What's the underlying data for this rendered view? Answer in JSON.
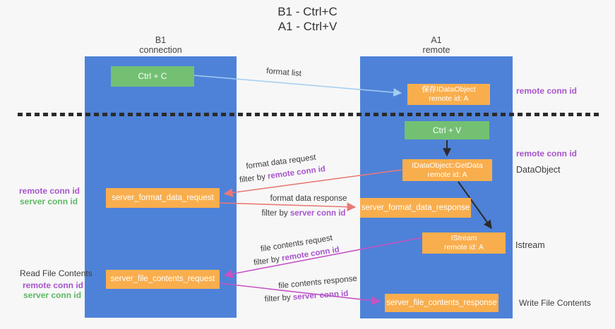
{
  "title": {
    "line1": "B1 - Ctrl+C",
    "line2": "A1 - Ctrl+V"
  },
  "lifelines": {
    "left": {
      "name": "B1",
      "role": "connection"
    },
    "right": {
      "name": "A1",
      "role": "remote"
    }
  },
  "nodes": {
    "ctrl_c": {
      "label": "Ctrl + C"
    },
    "ctrl_v": {
      "label": "Ctrl + V"
    },
    "save_dataobject": {
      "line1": "保存IDataObject",
      "line2": "remote id: A"
    },
    "getdata": {
      "line1": "IDataObject::GetData",
      "line2": "remote id: A"
    },
    "istream": {
      "line1": "IStream",
      "line2": "remote id: A"
    },
    "format_request": {
      "label": "server_format_data_request"
    },
    "format_response": {
      "label": "server_format_data_response"
    },
    "file_request": {
      "label": "server_file_contents_request"
    },
    "file_response": {
      "label": "server_file_contents_response"
    }
  },
  "edges": {
    "format_list": "format list",
    "format_data_request": "format data request",
    "format_data_response": "format data response",
    "file_contents_request": "file contents request",
    "file_contents_response": "file contents response",
    "filter_by": "filter by ",
    "remote_conn_id": "remote conn id",
    "server_conn_id": "server conn id"
  },
  "annotations": {
    "remote_conn_id": "remote conn id",
    "server_conn_id": "server conn id",
    "read_file_contents": "Read File Contents",
    "write_file_contents": "Write File Contents",
    "dataobject": "DataObject",
    "istream": "Istream"
  },
  "colors": {
    "bg": "#f7f7f7",
    "column-blue": "#4e82d8",
    "node-orange": "#f9ae4d",
    "node-green": "#73c073",
    "arrow-lightblue": "#a3cdef",
    "arrow-red": "#e87a76",
    "arrow-magenta": "#c653c4",
    "arrow-black": "#2b2b2b",
    "text-purple": "#a855cc",
    "text-green": "#5eb863",
    "text-dark": "#3c3c3c",
    "dash": "#2b2b2b"
  }
}
